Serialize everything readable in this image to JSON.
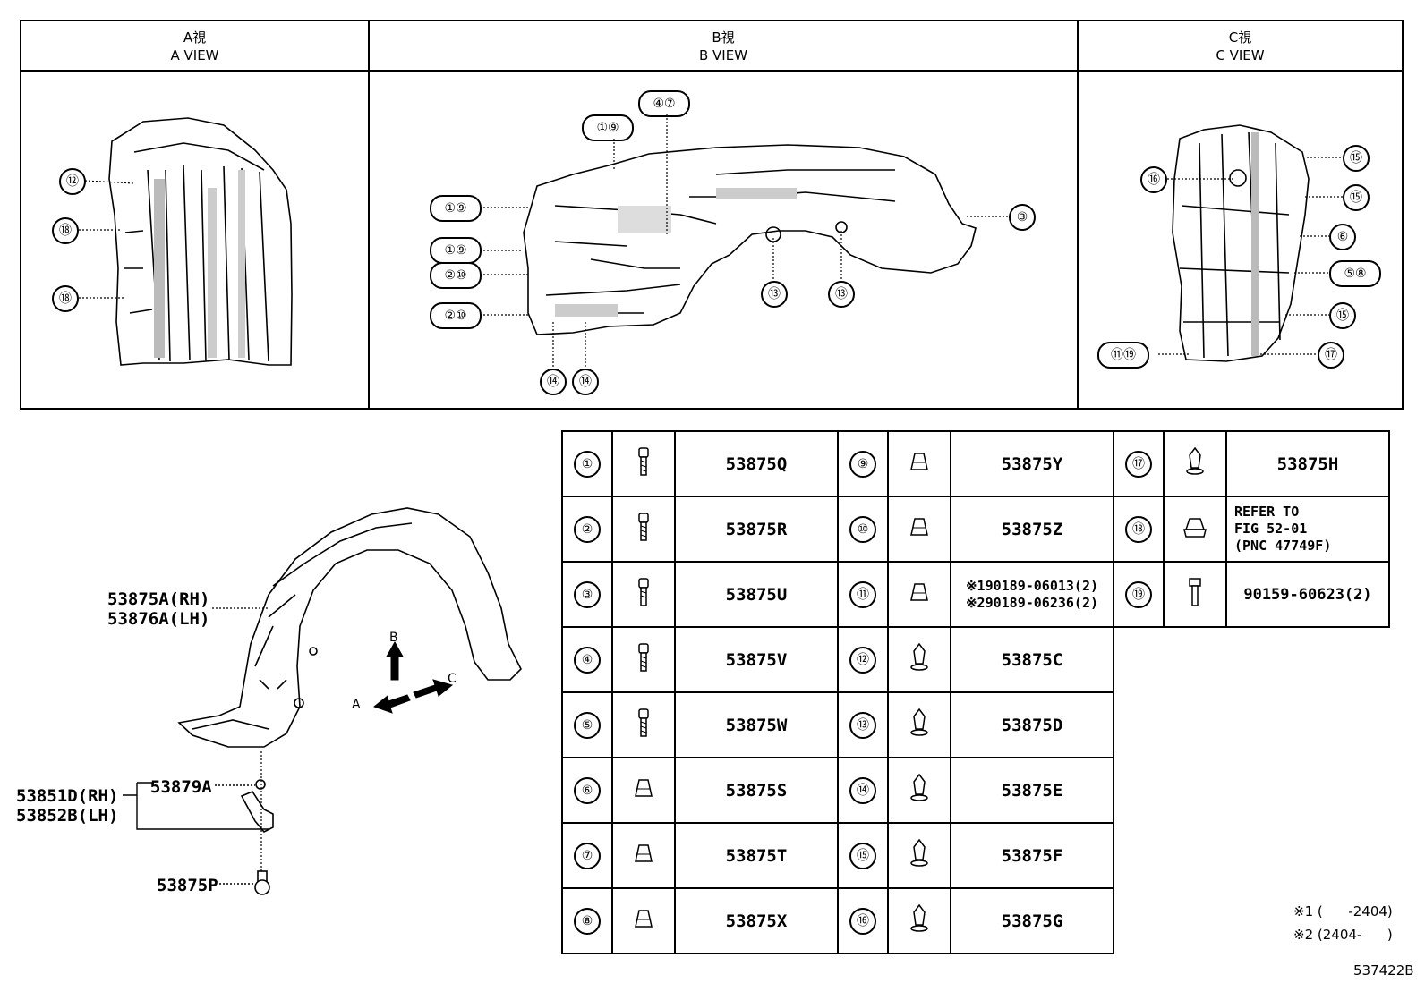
{
  "views": [
    {
      "jp": "A視",
      "en": "A VIEW"
    },
    {
      "jp": "B視",
      "en": "B VIEW"
    },
    {
      "jp": "C視",
      "en": "C VIEW"
    }
  ],
  "callouts": {
    "a": [
      "⑫",
      "⑱",
      "⑱"
    ],
    "b": [
      "①⑨",
      "④⑦",
      "①⑨",
      "①⑨",
      "②⑩",
      "②⑩",
      "⑬",
      "⑬",
      "⑭",
      "⑭",
      "③"
    ],
    "c": [
      "⑯",
      "⑮",
      "⑮",
      "⑥",
      "⑤⑧",
      "⑮",
      "⑰",
      "⑪⑲"
    ]
  },
  "assembly": {
    "liner_rh": "53875A(RH)",
    "liner_lh": "53876A(LH)",
    "clip": "53879A",
    "bracket_rh": "53851D(RH)",
    "bracket_lh": "53852B(LH)",
    "bolt": "53875P",
    "arrow_a": "A",
    "arrow_b": "B",
    "arrow_c": "C"
  },
  "parts": [
    {
      "num": "①",
      "icon": "screw-icon",
      "pn": "53875Q"
    },
    {
      "num": "②",
      "icon": "screw-icon",
      "pn": "53875R"
    },
    {
      "num": "③",
      "icon": "screw-icon",
      "pn": "53875U"
    },
    {
      "num": "④",
      "icon": "screw-icon",
      "pn": "53875V"
    },
    {
      "num": "⑤",
      "icon": "screw-icon",
      "pn": "53875W"
    },
    {
      "num": "⑥",
      "icon": "nut-icon",
      "pn": "53875S"
    },
    {
      "num": "⑦",
      "icon": "nut-icon",
      "pn": "53875T"
    },
    {
      "num": "⑧",
      "icon": "nut-icon",
      "pn": "53875X"
    },
    {
      "num": "⑨",
      "icon": "nut-icon",
      "pn": "53875Y"
    },
    {
      "num": "⑩",
      "icon": "nut-icon",
      "pn": "53875Z"
    },
    {
      "num": "⑪",
      "icon": "nut-icon",
      "pn1": "※190189-06013(2)",
      "pn2": "※290189-06236(2)"
    },
    {
      "num": "⑫",
      "icon": "clip-icon",
      "pn": "53875C"
    },
    {
      "num": "⑬",
      "icon": "clip-icon",
      "pn": "53875D"
    },
    {
      "num": "⑭",
      "icon": "clip-icon",
      "pn": "53875E"
    },
    {
      "num": "⑮",
      "icon": "clip-icon",
      "pn": "53875F"
    },
    {
      "num": "⑯",
      "icon": "clip-icon",
      "pn": "53875G"
    },
    {
      "num": "⑰",
      "icon": "clip-icon",
      "pn": "53875H"
    },
    {
      "num": "⑱",
      "icon": "grommet-icon",
      "pn1": "REFER TO",
      "pn2": "FIG 52-01",
      "pn3": "(PNC 47749F)"
    },
    {
      "num": "⑲",
      "icon": "bolt-icon",
      "pn": "90159-60623(2)"
    }
  ],
  "notes": {
    "n1": "※1 (      -2404)",
    "n2": "※2 (2404-      )"
  },
  "figure_id": "537422B"
}
